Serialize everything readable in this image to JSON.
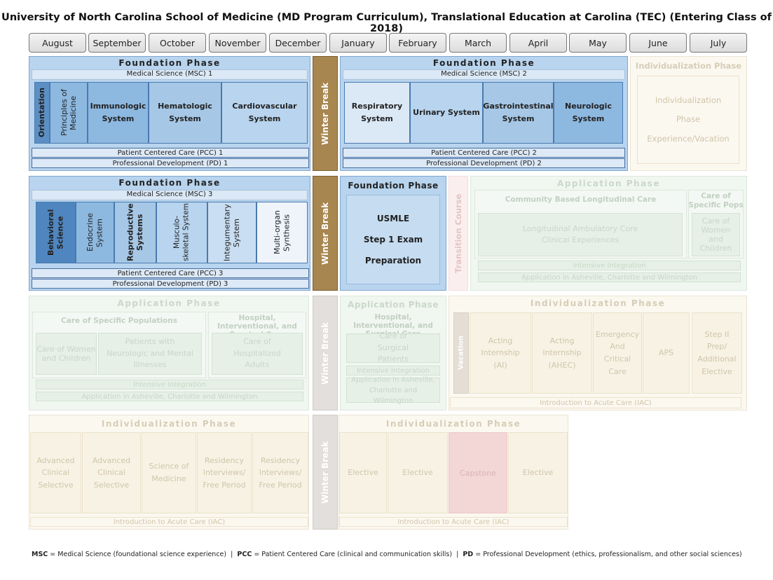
{
  "title": "University of North Carolina School of Medicine (MD Program Curriculum), Translational Education at Carolina (TEC) (Entering Class of 2018)",
  "months": [
    "August",
    "September",
    "October",
    "November",
    "December",
    "January",
    "February",
    "March",
    "April",
    "May",
    "June",
    "July"
  ],
  "colors": {
    "foundation": "#b8d4ee",
    "winter_break": "#a88650",
    "application_ghost": "#f0f6f0",
    "individualization_ghost": "#fbf8f0"
  },
  "row1": {
    "left": {
      "header": "Foundation Phase",
      "msc": "Medical Science (MSC) 1",
      "blocks": [
        "Orientation",
        "Principles of Medicine",
        "Immunologic System",
        "Hematologic System",
        "Cardiovascular System"
      ],
      "pcc": "Patient Centered Care (PCC)  1",
      "pd": "Professional Development (PD) 1"
    },
    "winter_break": "Winter Break",
    "right": {
      "header": "Foundation Phase",
      "msc": "Medical Science (MSC) 2",
      "blocks": [
        "Respiratory System",
        "Urinary System",
        "Gastrointestinal System",
        "Neurologic System"
      ],
      "pcc": "Patient Centered Care (PCC) 2",
      "pd": "Professional Development (PD) 2"
    },
    "indiv": {
      "header": "Individualization Phase",
      "body": "Individualization Phase Experience/Vacation"
    }
  },
  "row2": {
    "left": {
      "header": "Foundation Phase",
      "msc": "Medical Science  (MSC) 3",
      "blocks": [
        "Behavioral Science",
        "Endocrine System",
        "Reproductive Systems",
        "Musculo-skeletal System",
        "Integumentary System",
        "Multi-organ Synthesis"
      ],
      "pcc": "Patient Centered Care (PCC) 3",
      "pd": "Professional Development (PD) 3"
    },
    "winter_break": "Winter Break",
    "usmle": {
      "header": "Foundation Phase",
      "l1": "USMLE",
      "l2": "Step 1 Exam",
      "l3": "Preparation"
    },
    "transition": "Transition Course",
    "app": {
      "header": "Application Phase",
      "community": "Community Based Longitudinal Care",
      "lac": "Longitudinal Ambulatory Core Clinical Experiences",
      "care_pops": "Care of Specific Pops",
      "women": "Care of Women and Children",
      "intensive": "Intensive Integration",
      "asheville": "Application in Asheville, Charlotte and Wilmington"
    }
  },
  "row3": {
    "left": {
      "header": "Application Phase",
      "care_pops": "Care of Specific Populations",
      "hosp": "Hospital, Interventional, and Surgical Care",
      "women": "Care of Women and Children",
      "neuro": "Patients with Neurologic and Mental Illnesses",
      "adults": "Care of Hospitalized Adults",
      "intensive": "Intensive Integration",
      "asheville": "Application in Asheville, Charlotte and Wilmington"
    },
    "winter_break": "Winter Break",
    "mid": {
      "header": "Application Phase",
      "hosp": "Hospital, Interventional, and Surgical Care",
      "surgical": "Care of Surgical Patients",
      "intensive": "Intensive Integration",
      "asheville": "Application in Asheville, Charlotte and Wilmington"
    },
    "right": {
      "header": "Individualization Phase",
      "vacation": "Vacation",
      "blocks": [
        "Acting Internship (AI)",
        "Acting Internship (AHEC)",
        "Emergency And Critical Care",
        "APS",
        "Step II Prep/ Additional Elective"
      ],
      "iac": "Introduction to Acute Care (IAC)"
    }
  },
  "row4": {
    "left": {
      "header": "Individualization Phase",
      "blocks": [
        "Advanced Clinical Selective",
        "Advanced Clinical Selective",
        "Science of Medicine",
        "Residency Interviews/ Free Period",
        "Residency Interviews/ Free Period"
      ],
      "iac": "Introduction to Acute Care (IAC)"
    },
    "winter_break": "Winter Break",
    "right": {
      "header": "Individualization Phase",
      "blocks": [
        "Elective",
        "Elective",
        "Capstone",
        "Elective"
      ],
      "iac": "Introduction to Acute Care (IAC)"
    }
  },
  "legend": {
    "msc_abbr": "MSC",
    "msc_text": " = Medical Science (foundational science experience)  |  ",
    "pcc_abbr": "PCC",
    "pcc_text": " = Patient Centered Care (clinical and communication skills)  |  ",
    "pd_abbr": "PD",
    "pd_text": " = Professional Development (ethics, professionalism, and other social sciences)"
  }
}
